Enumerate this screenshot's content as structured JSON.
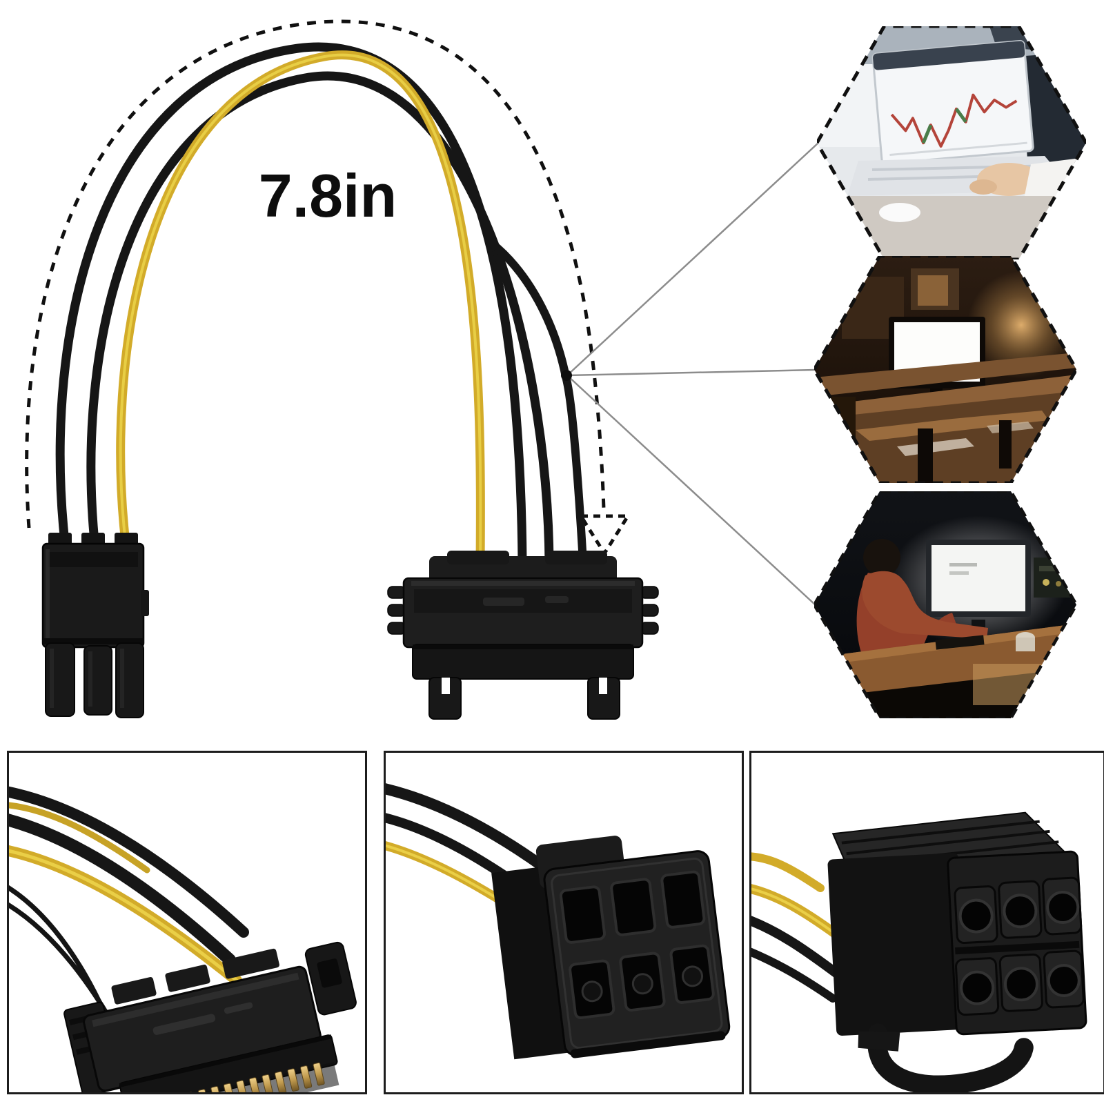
{
  "image": {
    "type": "product-photo-collage",
    "subject": "SATA to 6-pin PCIe graphics power adapter cable"
  },
  "measurement": {
    "label": "7.8in"
  },
  "colors": {
    "background": "#ffffff",
    "wire_yellow": "#d2ab29",
    "wire_yellow_highlight": "#ecd34a",
    "wire_black": "#161616",
    "connector_black": "#1c1c1c",
    "pin_gold": "#c09a4e",
    "callout_line_gray": "#8c8c8c",
    "dash_black": "#101010"
  },
  "callouts": {
    "scenes": [
      {
        "name": "laptop-trading-chart-scene"
      },
      {
        "name": "wooden-desk-workspace-scene"
      },
      {
        "name": "person-at-desk-night-scene"
      }
    ]
  },
  "gallery": {
    "panels": [
      {
        "name": "sata-connector-closeup"
      },
      {
        "name": "pcie-6pin-connector-front-closeup"
      },
      {
        "name": "pcie-6pin-connector-latch-closeup"
      }
    ]
  }
}
